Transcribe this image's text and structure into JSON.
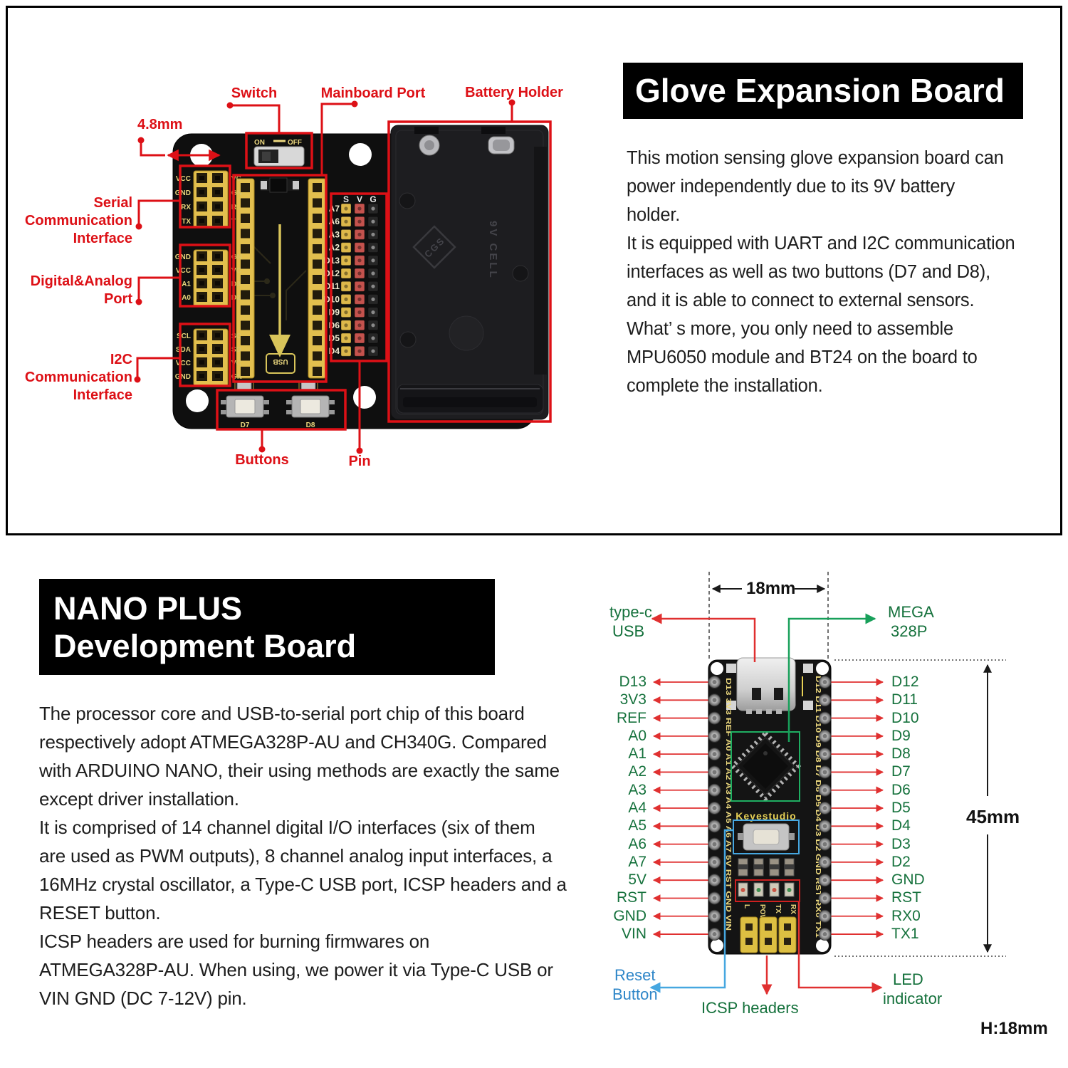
{
  "glove_section": {
    "title": "Glove Expansion Board",
    "body_lines": [
      "This motion sensing glove expansion board can",
      "power independently due to its 9V battery",
      "holder.",
      "It is equipped with UART and I2C communication",
      "interfaces as well as two buttons (D7 and D8),",
      "and it is able to connect to external sensors.",
      "What’ s more, you only need to assemble",
      "MPU6050 module and BT24 on the board to",
      "complete the installation."
    ],
    "annotations": {
      "switch": "Switch",
      "mainboard_port": "Mainboard Port",
      "battery_holder": "Battery Holder",
      "hole_dim": "4.8mm",
      "serial_lines": [
        "Serial",
        "Communication",
        "Interface"
      ],
      "digital_lines": [
        "Digital&Analog",
        "Port"
      ],
      "i2c_lines": [
        "I2C",
        "Communication",
        "Interface"
      ],
      "buttons": "Buttons",
      "pin": "Pin"
    },
    "board": {
      "switch_on": "ON",
      "switch_off": "OFF",
      "serial_silk": [
        "VCC",
        "GND",
        "RX",
        "TX"
      ],
      "serial_silk_right": [
        "VC",
        "GN",
        "R",
        "T"
      ],
      "digital_silk": [
        "GND",
        "VCC",
        "A1",
        "A0"
      ],
      "digital_silk_right": [
        "GN",
        "VC",
        "D3",
        "D2"
      ],
      "i2c_silk": [
        "SCL",
        "SDA",
        "VCC",
        "GND"
      ],
      "i2c_silk_right": [
        "SC",
        "SD",
        "VC",
        "GN"
      ],
      "matrix_cols": [
        "S",
        "V",
        "G"
      ],
      "matrix_rows": [
        "A7",
        "A6",
        "A3",
        "A2",
        "D13",
        "D12",
        "D11",
        "D10",
        "D9",
        "D6",
        "D5",
        "D4"
      ],
      "button_labels": [
        "D7",
        "D8"
      ],
      "usb_label": "USB",
      "battery_logo": "CGS",
      "battery_text": "9V CELL"
    }
  },
  "nano_section": {
    "title_line1": "NANO PLUS",
    "title_line2": "Development Board",
    "body_lines": [
      "The processor core and USB-to-serial port chip of this board",
      "respectively adopt ATMEGA328P-AU and CH340G. Compared",
      "with ARDUINO NANO, their using methods are exactly the same",
      "except driver installation.",
      "It is comprised of 14 channel digital I/O interfaces (six of them",
      "are used as PWM outputs), 8 channel analog input interfaces, a",
      "16MHz crystal oscillator, a Type-C USB port, ICSP headers and a",
      "RESET button.",
      "ICSP headers are used for burning firmwares on",
      "ATMEGA328P-AU. When using, we power it via Type-C USB or",
      "VIN GND (DC 7-12V) pin."
    ],
    "nano": {
      "width_dim": "18mm",
      "height_dim": "45mm",
      "thickness_dim": "H:18mm",
      "typec_line1": "type-c",
      "typec_line2": "USB",
      "mega_line1": "MEGA",
      "mega_line2": "328P",
      "reset_line1": "Reset",
      "reset_line2": "Button",
      "icsp_label": "ICSP headers",
      "led_line1": "LED",
      "led_line2": "indicator",
      "left_pins": [
        "D13",
        "3V3",
        "REF",
        "A0",
        "A1",
        "A2",
        "A3",
        "A4",
        "A5",
        "A6",
        "A7",
        "5V",
        "RST",
        "GND",
        "VIN"
      ],
      "right_pins": [
        "D12",
        "D11",
        "D10",
        "D9",
        "D8",
        "D7",
        "D6",
        "D5",
        "D4",
        "D3",
        "D2",
        "GND",
        "RST",
        "RX0",
        "TX1"
      ],
      "silk_left": "D13 3V3 REF A0 A1 A2 A3 A4 A5 A6 A7 5V RST GND VIN",
      "silk_right": "D12 D11 D10 D9 D8 D7 D6 D5 D4 D3 D2 GND RST RX0 TX1",
      "brand": "Keyestudio",
      "led_silk": [
        "L",
        "POW",
        "TX",
        "RX"
      ]
    }
  }
}
